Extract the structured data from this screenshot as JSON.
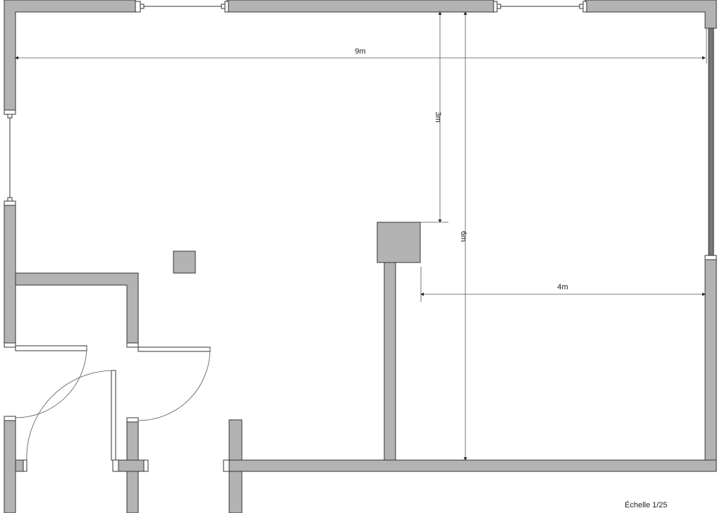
{
  "plan": {
    "dimensions": {
      "width_total": "9m",
      "height_to_pillar": "3m",
      "height_total": "6m",
      "pillar_to_right": "4m"
    },
    "scale": "Échelle 1/25"
  }
}
